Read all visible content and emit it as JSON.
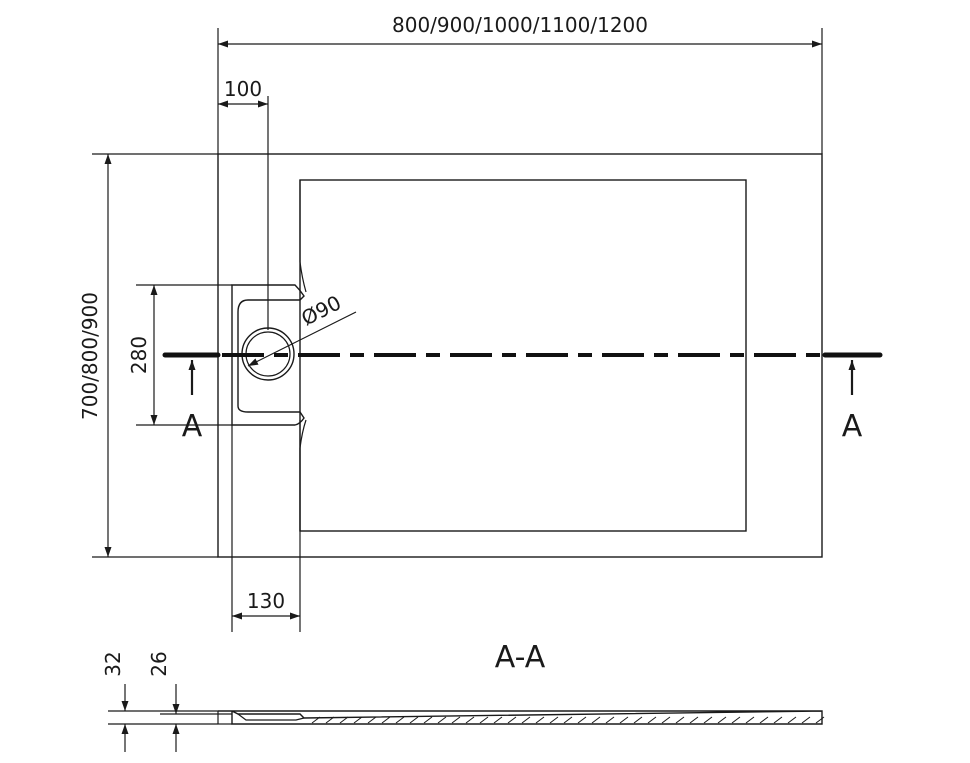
{
  "dimensions": {
    "width_label": "800/900/1000/1100/1200",
    "depth_label": "700/800/900",
    "drain_offset_label": "100",
    "channel_width_label": "130",
    "channel_length_label": "280",
    "drain_diameter_label": "Ø90"
  },
  "section": {
    "marker_left": "A",
    "marker_right": "A",
    "title": "A-A",
    "total_height_label": "32",
    "inner_height_label": "26"
  },
  "colors": {
    "line": "#1a1a1a",
    "background": "#ffffff"
  }
}
